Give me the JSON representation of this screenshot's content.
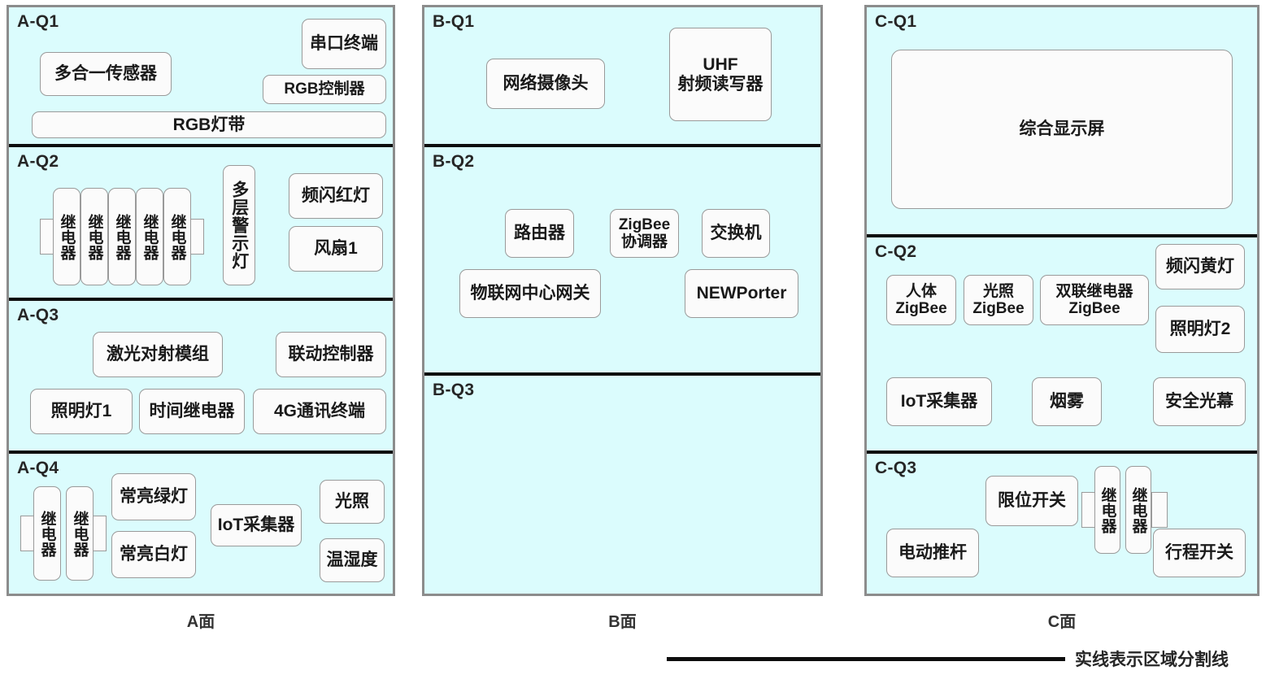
{
  "colors": {
    "panel_background": "#dbfcfd",
    "panel_border": "#8c8c8c",
    "divider": "#0d0d0d",
    "device_fill": "#fbfbfb",
    "device_border": "#9a9a9a",
    "text": "#1a1a1a"
  },
  "panels": [
    {
      "id": "A",
      "caption": "A面",
      "quadrants": [
        {
          "id": "A-Q1",
          "label": "A-Q1",
          "devices": [
            {
              "name": "multi-in-one-sensor",
              "label": "多合一传感器"
            },
            {
              "name": "serial-port-terminal",
              "label": "串口终端"
            },
            {
              "name": "rgb-controller",
              "label": "RGB控制器"
            },
            {
              "name": "rgb-light-strip",
              "label": "RGB灯带"
            }
          ]
        },
        {
          "id": "A-Q2",
          "label": "A-Q2",
          "relay_cluster": {
            "name": "relay-cluster-a-q2",
            "count": 5,
            "label": "继电器"
          },
          "devices": [
            {
              "name": "multi-layer-warning-light",
              "label": "多层警示灯"
            },
            {
              "name": "strobe-red-light",
              "label": "频闪红灯"
            },
            {
              "name": "fan-1",
              "label": "风扇1"
            }
          ]
        },
        {
          "id": "A-Q3",
          "label": "A-Q3",
          "devices": [
            {
              "name": "laser-opposed-module",
              "label": "激光对射模组"
            },
            {
              "name": "linkage-controller",
              "label": "联动控制器"
            },
            {
              "name": "lighting-lamp-1",
              "label": "照明灯1"
            },
            {
              "name": "time-relay",
              "label": "时间继电器"
            },
            {
              "name": "4g-communication-terminal",
              "label": "4G通讯终端"
            }
          ]
        },
        {
          "id": "A-Q4",
          "label": "A-Q4",
          "relay_cluster": {
            "name": "relay-cluster-a-q4",
            "count": 2,
            "label": "继电器"
          },
          "devices": [
            {
              "name": "steady-green-light",
              "label": "常亮绿灯"
            },
            {
              "name": "steady-white-light",
              "label": "常亮白灯"
            },
            {
              "name": "iot-collector",
              "label": "IoT采集器"
            },
            {
              "name": "illuminance-sensor",
              "label": "光照"
            },
            {
              "name": "temp-humidity-sensor",
              "label": "温湿度"
            }
          ]
        }
      ]
    },
    {
      "id": "B",
      "caption": "B面",
      "quadrants": [
        {
          "id": "B-Q1",
          "label": "B-Q1",
          "devices": [
            {
              "name": "network-camera",
              "label": "网络摄像头"
            },
            {
              "name": "uhf-rfid-reader",
              "label": "UHF\n射频读写器"
            }
          ]
        },
        {
          "id": "B-Q2",
          "label": "B-Q2",
          "devices": [
            {
              "name": "router",
              "label": "路由器"
            },
            {
              "name": "zigbee-coordinator",
              "label": "ZigBee\n协调器"
            },
            {
              "name": "switch",
              "label": "交换机"
            },
            {
              "name": "iot-central-gateway",
              "label": "物联网中心网关"
            },
            {
              "name": "newporter",
              "label": "NEWPorter"
            }
          ]
        },
        {
          "id": "B-Q3",
          "label": "B-Q3",
          "devices": []
        }
      ]
    },
    {
      "id": "C",
      "caption": "C面",
      "quadrants": [
        {
          "id": "C-Q1",
          "label": "C-Q1",
          "devices": [
            {
              "name": "integrated-display-screen",
              "label": "综合显示屏"
            }
          ]
        },
        {
          "id": "C-Q2",
          "label": "C-Q2",
          "devices": [
            {
              "name": "human-body-zigbee",
              "label": "人体\nZigBee"
            },
            {
              "name": "illuminance-zigbee",
              "label": "光照\nZigBee"
            },
            {
              "name": "dual-relay-zigbee",
              "label": "双联继电器\nZigBee"
            },
            {
              "name": "strobe-yellow-light",
              "label": "频闪黄灯"
            },
            {
              "name": "lighting-lamp-2",
              "label": "照明灯2"
            },
            {
              "name": "iot-collector",
              "label": "IoT采集器"
            },
            {
              "name": "smoke-sensor",
              "label": "烟雾"
            },
            {
              "name": "safety-light-curtain",
              "label": "安全光幕"
            }
          ]
        },
        {
          "id": "C-Q3",
          "label": "C-Q3",
          "relay_cluster": {
            "name": "relay-cluster-c-q3",
            "count": 2,
            "label": "继电器"
          },
          "devices": [
            {
              "name": "limit-switch",
              "label": "限位开关"
            },
            {
              "name": "electric-push-rod",
              "label": "电动推杆"
            },
            {
              "name": "travel-switch",
              "label": "行程开关"
            }
          ]
        }
      ]
    }
  ],
  "legend": {
    "line_label": "实线表示区域分割线"
  }
}
